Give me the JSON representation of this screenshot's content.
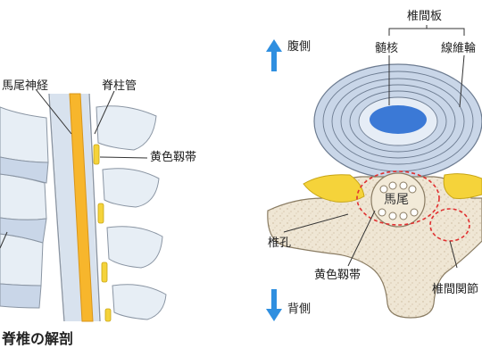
{
  "left_panel": {
    "labels": {
      "cauda_equina": "馬尾神経",
      "spinal_canal": "脊柱管",
      "ligamentum_flavum": "黄色靱帯"
    },
    "caption": "脊椎の解剖"
  },
  "right_panel": {
    "labels": {
      "intervertebral_disc": "椎間板",
      "nucleus_pulposus": "髄核",
      "annulus_fibrosus": "線維輪",
      "ventral": "腹側",
      "dorsal": "背側",
      "cauda_equina": "馬尾",
      "foramen": "椎孔",
      "ligamentum_flavum": "黄色靱帯",
      "facet_joint": "椎間関節"
    }
  },
  "colors": {
    "bone": "#efe6d4",
    "disc": "#c9d6e8",
    "nerve": "#f7b62c",
    "ligament": "#f5d33a",
    "nucleus": "#3b79d6",
    "arrow": "#2f8fe0",
    "dashed_circle": "#e03030"
  }
}
